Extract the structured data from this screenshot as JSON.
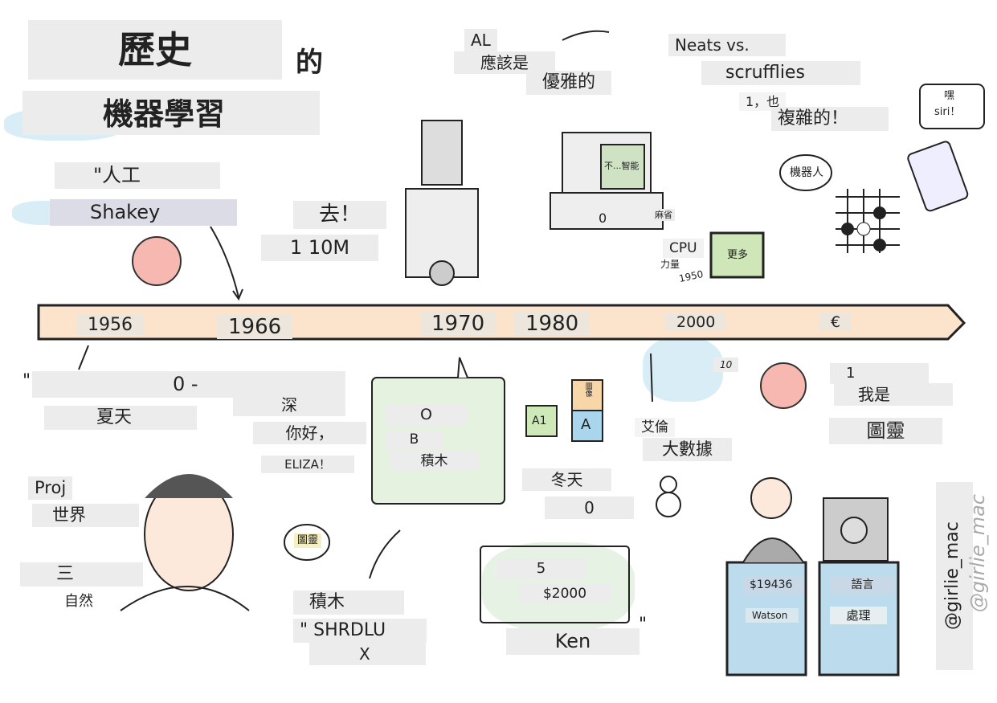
{
  "title": {
    "line1": "歷史",
    "of": "的",
    "line2": "機器學習"
  },
  "top_left": {
    "quote": "\"人工",
    "shakey": "Shakey",
    "go": "去！",
    "money": "1 10M"
  },
  "top_mid": {
    "al": "AL",
    "should_be": "應該是",
    "elegant": "優雅的",
    "screen": "不...智能",
    "zero": "0",
    "mit": "麻省"
  },
  "top_right": {
    "neats": "Neats vs.",
    "scruffies": "scrufflies",
    "also": "1，也",
    "complex": "複雜的！",
    "siri_hey": "嘿",
    "siri": "siri！",
    "robot": "機器人"
  },
  "cpu": {
    "cpu": "CPU",
    "power": "力量",
    "year": "1950",
    "more": "更多"
  },
  "timeline": {
    "years": [
      "1956",
      "1966",
      "1970",
      "1980",
      "2000",
      "€"
    ]
  },
  "bottom_left": {
    "quote": "\"",
    "zero_dash": "0 -",
    "summer": "夏天",
    "deep": "深",
    "hello": "你好，",
    "eliza": "ELIZA！",
    "proj": "Proj",
    "world": "世界",
    "three": "三",
    "natural": "自然",
    "turing_bubble": "圖靈"
  },
  "blocks": {
    "o": "O",
    "b": "B",
    "blocks": "積木",
    "a1": "A1",
    "a": "A",
    "image": "圖像",
    "blocks2": "積木",
    "shrdlu": "\" SHRDLU",
    "x": "X"
  },
  "winter": {
    "winter": "冬天",
    "zero": "0"
  },
  "ken": {
    "five": "5",
    "amount": "$2000",
    "ken": "Ken",
    "quote": "\""
  },
  "bigdata": {
    "alan": "艾倫",
    "bigdata": "大數據",
    "ten": "10",
    "one": "1",
    "i_am": "我是",
    "turing": "圖靈"
  },
  "jeopardy": {
    "score": "$19436",
    "watson": "Watson",
    "language": "語言",
    "processing": "處理"
  },
  "credit": {
    "handle": "@girlie_mac",
    "signature": "@girlie_mac"
  }
}
